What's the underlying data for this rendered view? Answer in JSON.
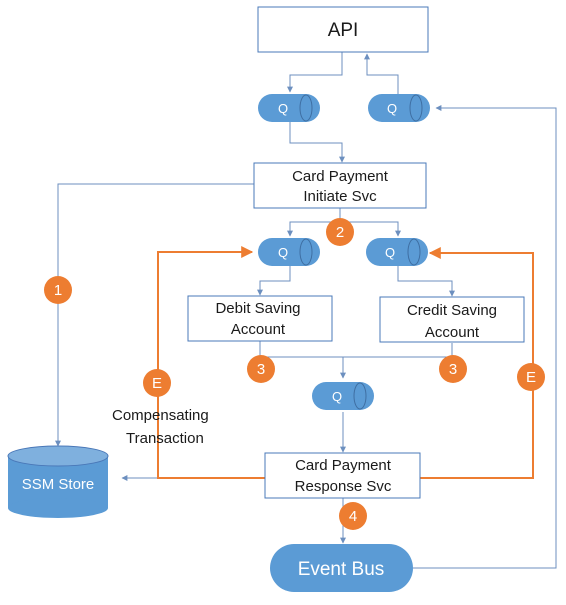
{
  "nodes": {
    "api": "API",
    "initiate_svc": [
      "Card Payment",
      "Initiate Svc"
    ],
    "debit_account": [
      "Debit Saving",
      "Account"
    ],
    "credit_account": [
      "Credit Saving",
      "Account"
    ],
    "response_svc": [
      "Card Payment",
      "Response Svc"
    ],
    "ssm_store": "SSM Store",
    "event_bus": "Event Bus"
  },
  "queue_label": "Q",
  "labels": {
    "compensating": [
      "Compensating",
      "Transaction"
    ]
  },
  "badges": {
    "step1": "1",
    "step2": "2",
    "step3": "3",
    "step4": "4",
    "error": "E"
  },
  "colors": {
    "box_border": "#4a78b8",
    "arrow": "#6c8fbf",
    "queue": "#5b9bd5",
    "badge": "#ed7d31",
    "compensation_path": "#ed7d31"
  }
}
